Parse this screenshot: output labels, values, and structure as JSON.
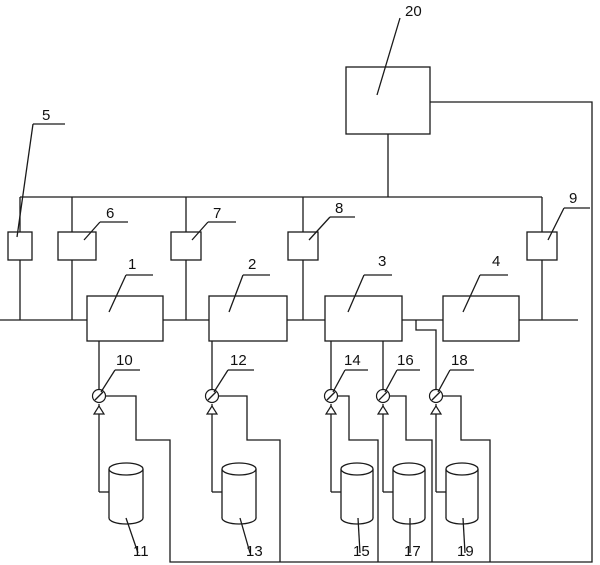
{
  "diagram": {
    "labels": {
      "unit1": "1",
      "unit2": "2",
      "unit3": "3",
      "unit4": "4",
      "sensor5": "5",
      "sensor6": "6",
      "sensor7": "7",
      "sensor8": "8",
      "sensor9": "9",
      "valve10": "10",
      "tank11": "11",
      "valve12": "12",
      "tank13": "13",
      "valve14": "14",
      "tank15": "15",
      "valve16": "16",
      "tank17": "17",
      "valve18": "18",
      "tank19": "19",
      "controller20": "20"
    }
  }
}
